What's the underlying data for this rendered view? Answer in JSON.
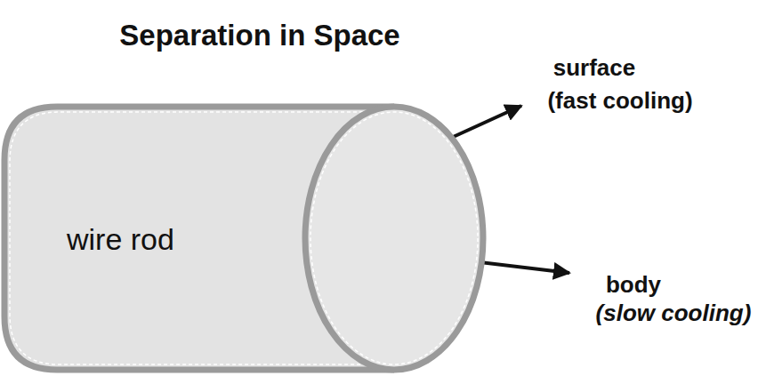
{
  "diagram": {
    "title": "Separation in Space",
    "nodes": [
      {
        "text": [
          "wire rod"
        ]
      }
    ],
    "labels": [
      "surface",
      "(fast cooling)",
      "body",
      "(slow cooling)"
    ]
  }
}
